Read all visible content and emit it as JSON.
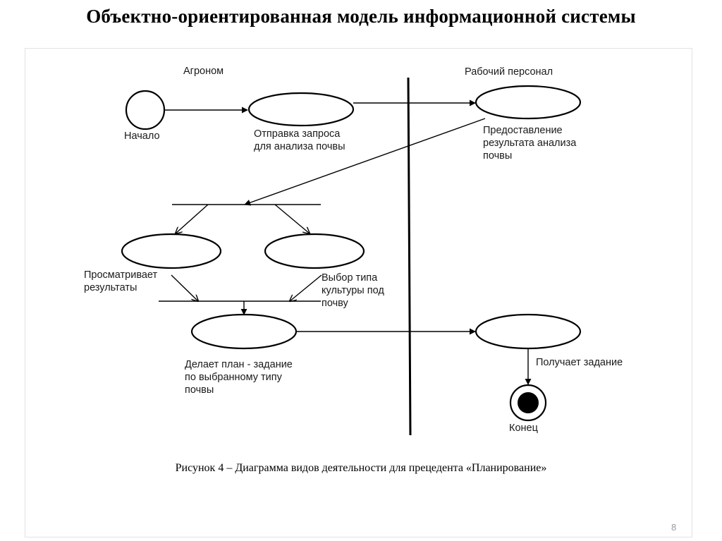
{
  "slide": {
    "title": "Объектно-ориентированная модель информационной системы",
    "caption": "Рисунок 4 – Диаграмма видов деятельности для прецедента «Планирование»",
    "page_number": "8"
  },
  "diagram": {
    "swimlanes": {
      "left": "Агроном",
      "right": "Рабочий персонал"
    },
    "nodes": {
      "start": "Начало",
      "send_request": "Отправка запроса\nдля анализа почвы",
      "provide_results": "Предоставление\nрезультата анализа\nпочвы",
      "view_results": "Просматривает\nрезультаты",
      "choose_crop": "Выбор типа\nкультуры под\nпочву",
      "make_plan": "Делает план - задание\nпо выбранному типу\nпочвы",
      "receive_task": "Получает задание",
      "end": "Конец"
    }
  }
}
